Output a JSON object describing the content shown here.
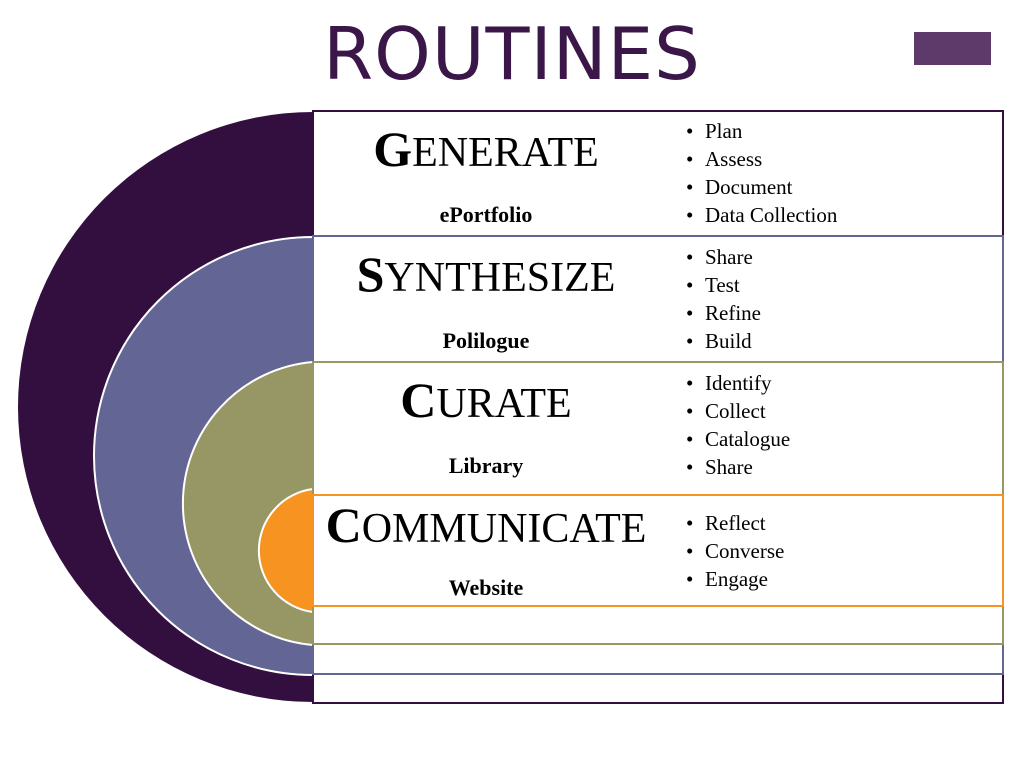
{
  "title": "ROUTINES",
  "colors": {
    "title": "#3b1749",
    "accent": "#5e3a6b",
    "generate": "#330f3f",
    "synthesize": "#636595",
    "curate": "#979765",
    "communicate": "#f79321"
  },
  "sections": [
    {
      "initial": "G",
      "rest": "ENERATE",
      "subtitle": "ePortfolio",
      "items": [
        "Plan",
        "Assess",
        "Document",
        "Data Collection"
      ]
    },
    {
      "initial": "S",
      "rest": "YNTHESIZE",
      "subtitle": "Polilogue",
      "items": [
        "Share",
        "Test",
        "Refine",
        "Build"
      ]
    },
    {
      "initial": "C",
      "rest": "URATE",
      "subtitle": "Library",
      "items": [
        "Identify",
        "Collect",
        "Catalogue",
        "Share"
      ]
    },
    {
      "initial": "C",
      "rest": "OMMUNICATE",
      "subtitle": "Website",
      "items": [
        "Reflect",
        "Converse",
        "Engage"
      ]
    }
  ]
}
